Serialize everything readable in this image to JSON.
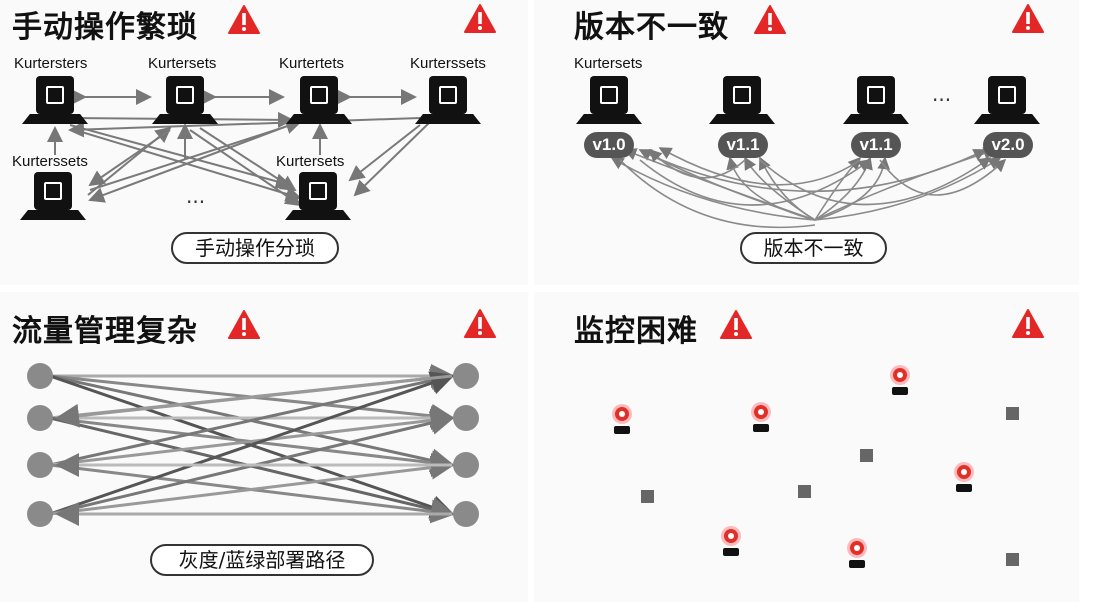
{
  "panels": {
    "manual_ops": {
      "title": "手动操作繁琐",
      "nodes": [
        "Kurtersters",
        "Kurtersets",
        "Kurtertets",
        "Kurterssets",
        "Kurterssets",
        "Kurtersets"
      ],
      "ellipsis": "...",
      "caption": "手动操作分琐"
    },
    "version": {
      "title": "版本不一致",
      "node_label": "Kurtersets",
      "ellipsis": "...",
      "versions": [
        "v1.0",
        "v1.1",
        "v1.1",
        "v2.0"
      ],
      "caption": "版本不一致"
    },
    "traffic": {
      "title": "流量管理复杂",
      "caption": "灰度/蓝绿部署路径"
    },
    "monitoring": {
      "title": "监控困难"
    }
  },
  "colors": {
    "warning_red": "#e32626",
    "node_grey": "#8a8a8a",
    "alert_red": "#e0302a"
  },
  "icons": [
    "warning-icon",
    "server-icon",
    "alert-dot-icon"
  ]
}
